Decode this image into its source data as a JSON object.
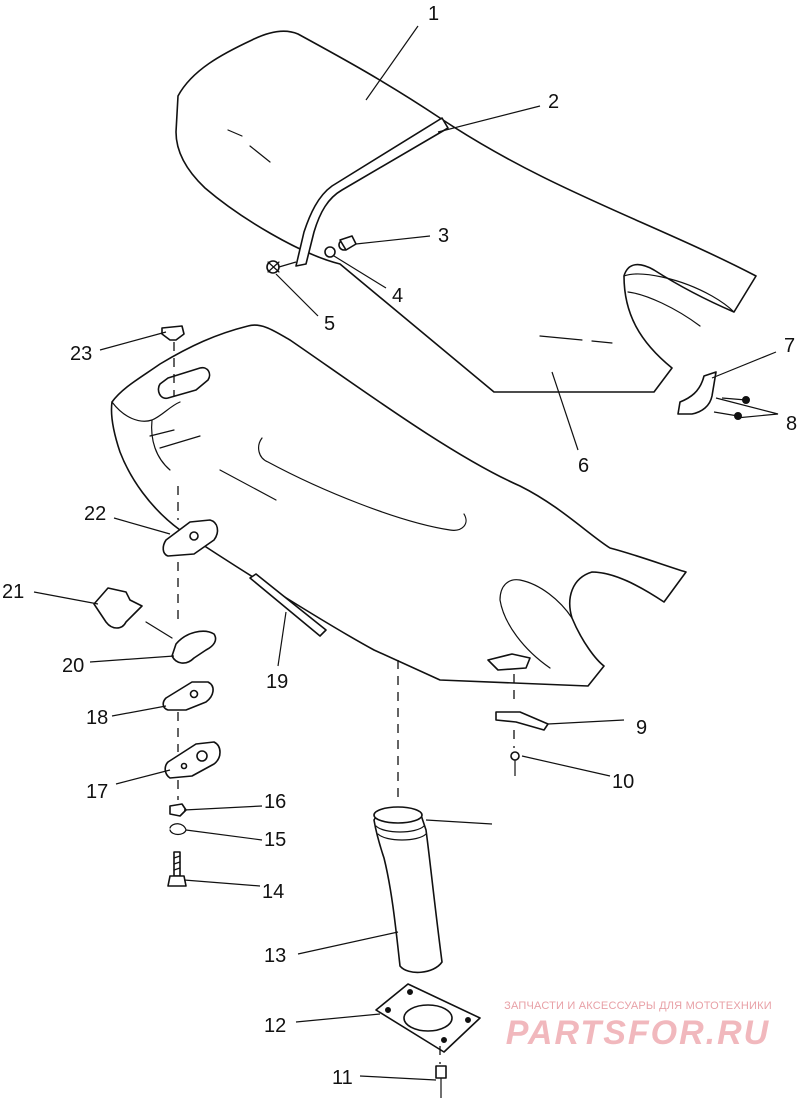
{
  "callouts": [
    {
      "id": "1",
      "text": "1"
    },
    {
      "id": "2",
      "text": "2"
    },
    {
      "id": "3",
      "text": "3"
    },
    {
      "id": "4",
      "text": "4"
    },
    {
      "id": "5",
      "text": "5"
    },
    {
      "id": "6",
      "text": "6"
    },
    {
      "id": "7",
      "text": "7"
    },
    {
      "id": "8",
      "text": "8"
    },
    {
      "id": "9",
      "text": "9"
    },
    {
      "id": "10",
      "text": "10"
    },
    {
      "id": "11",
      "text": "11"
    },
    {
      "id": "12",
      "text": "12"
    },
    {
      "id": "13",
      "text": "13"
    },
    {
      "id": "14",
      "text": "14"
    },
    {
      "id": "15",
      "text": "15"
    },
    {
      "id": "16",
      "text": "16"
    },
    {
      "id": "17",
      "text": "17"
    },
    {
      "id": "18",
      "text": "18"
    },
    {
      "id": "19",
      "text": "19"
    },
    {
      "id": "20",
      "text": "20"
    },
    {
      "id": "21",
      "text": "21"
    },
    {
      "id": "22",
      "text": "22"
    },
    {
      "id": "23",
      "text": "23"
    }
  ],
  "watermark": {
    "line1": "ЗАПЧАСТИ И АКСЕССУАРЫ ДЛЯ МОТОТЕХНИКИ",
    "line2": "PARTSFOR.RU",
    "color": "#e8a0a6"
  }
}
